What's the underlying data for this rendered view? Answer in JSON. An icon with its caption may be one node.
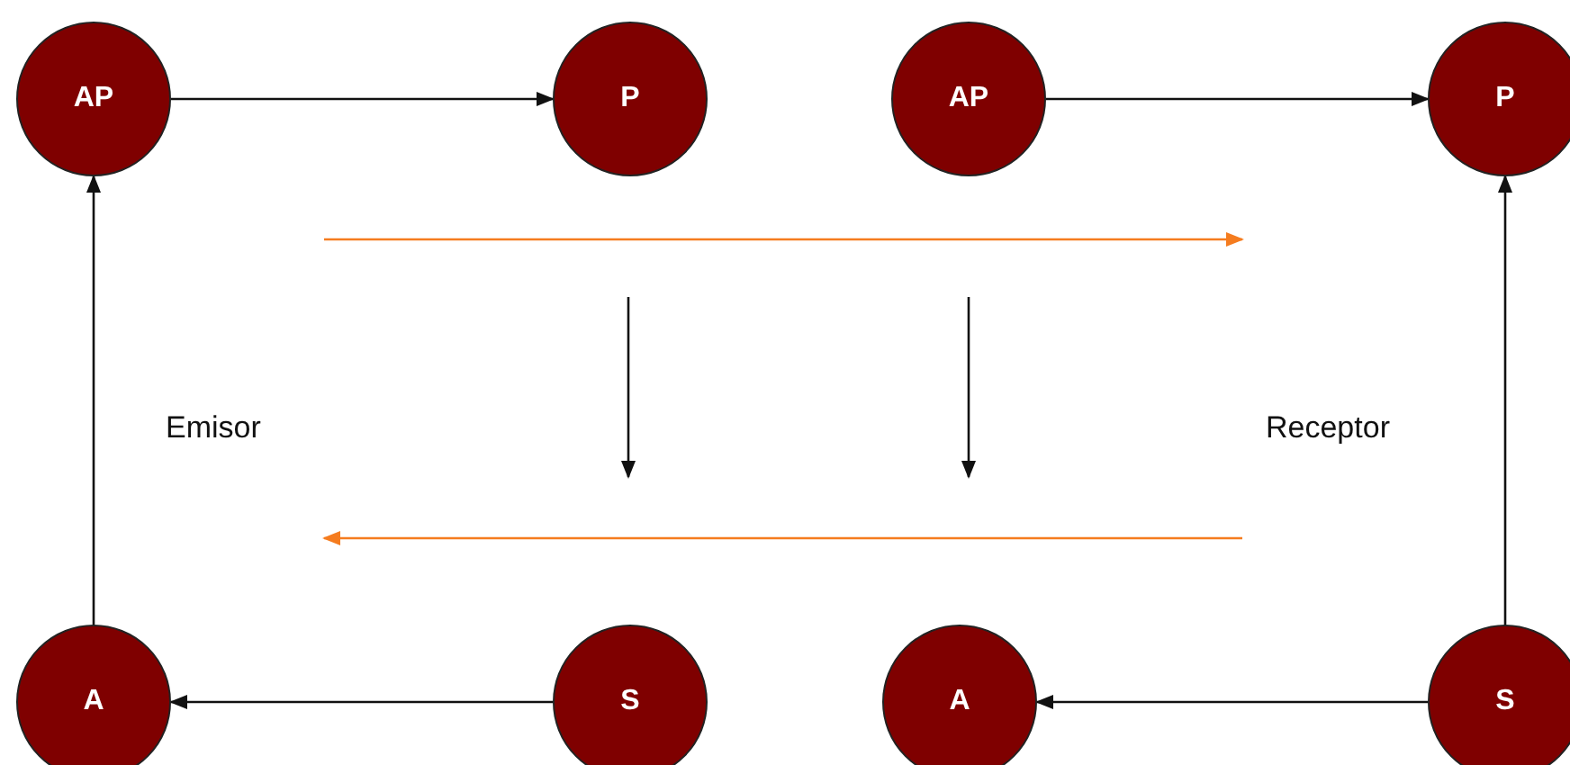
{
  "diagram": {
    "nodes": [
      {
        "text": [
          "AP"
        ]
      },
      {
        "text": [
          "P"
        ]
      },
      {
        "text": [
          "AP"
        ]
      },
      {
        "text": [
          "P"
        ]
      },
      {
        "text": [
          "A"
        ]
      },
      {
        "text": [
          "S"
        ]
      },
      {
        "text": [
          "A"
        ]
      },
      {
        "text": [
          "S"
        ]
      }
    ],
    "edges": [
      {
        "from": 0,
        "to": 1,
        "arrow": "to"
      },
      {
        "from": 2,
        "to": 3,
        "arrow": "to"
      },
      {
        "from": 5,
        "to": 4,
        "arrow": "to"
      },
      {
        "from": 7,
        "to": 6,
        "arrow": "to"
      },
      {
        "from": 4,
        "to": 0,
        "arrow": "to"
      },
      {
        "from": 7,
        "to": 3,
        "arrow": "to"
      }
    ],
    "labels": [
      "Emisor",
      "Receptor"
    ]
  }
}
